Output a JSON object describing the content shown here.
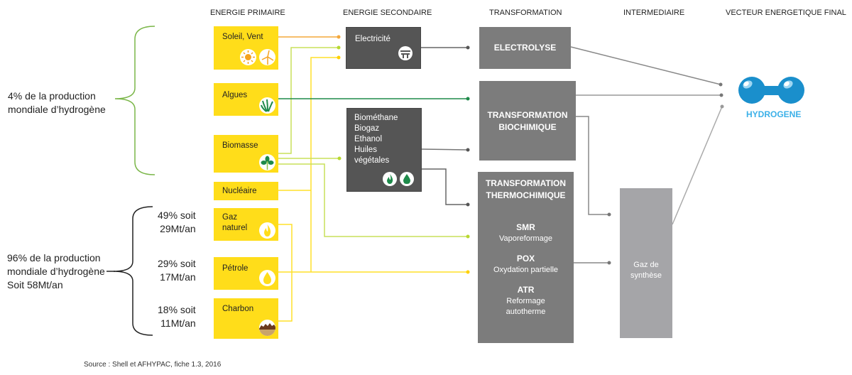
{
  "columns": {
    "primary": "ENERGIE PRIMAIRE",
    "secondary": "ENERGIE SECONDAIRE",
    "transformation": "TRANSFORMATION",
    "intermediate": "INTERMEDIAIRE",
    "final": "VECTEUR ENERGETIQUE FINAL"
  },
  "left_groups": {
    "renewable": {
      "line1": "4% de la production",
      "line2": "mondiale d’hydrogène"
    },
    "fossil": {
      "line1": "96% de la production",
      "line2": "mondiale d’hydrogène",
      "line3": "Soit 58Mt/an"
    }
  },
  "fossil_shares": [
    {
      "line1": "49% soit",
      "line2": "29Mt/an"
    },
    {
      "line1": "29% soit",
      "line2": "17Mt/an"
    },
    {
      "line1": "18% soit",
      "line2": "11Mt/an"
    }
  ],
  "primary_sources": {
    "sun_wind": "Soleil, Vent",
    "algae": "Algues",
    "biomass": "Biomasse",
    "nuclear": "Nucléaire",
    "natural_gas_1": "Gaz",
    "natural_gas_2": "naturel",
    "oil": "Pétrole",
    "coal": "Charbon"
  },
  "secondary": {
    "electricity": "Electricité",
    "bio_1": "Biométhane",
    "bio_2": "Biogaz",
    "bio_3": "Ethanol",
    "bio_4": "Huiles",
    "bio_5": "végétales"
  },
  "transformation": {
    "electrolysis": "ELECTROLYSE",
    "bio_1": "TRANSFORMATION",
    "bio_2": "BIOCHIMIQUE",
    "thermo_1": "TRANSFORMATION",
    "thermo_2": "THERMOCHIMIQUE",
    "smr": "SMR",
    "smr_desc": "Vaporeformage",
    "pox": "POX",
    "pox_desc": "Oxydation partielle",
    "atr": "ATR",
    "atr_desc_1": "Reformage",
    "atr_desc_2": "autotherme"
  },
  "intermediate": {
    "line1": "Gaz de",
    "line2": "synthèse"
  },
  "final": {
    "label": "HYDROGENE"
  },
  "source": "Source : Shell et AFHYPAC, fiche 1.3, 2016",
  "colors": {
    "primary_box": "#FFDD1A",
    "secondary_box": "#555555",
    "transformation_box": "#7C7C7C",
    "intermediate_box": "#A5A5A8",
    "hydrogen_blue": "#1A8FCC",
    "hydrogen_label": "#3BB0E8",
    "wire_orange": "#F4A83A",
    "wire_lightgreen": "#C8E05A",
    "wire_yellow": "#FFE02A",
    "wire_darkgreen": "#1E8A4A",
    "wire_gray": "#777777",
    "brace_green": "#7AB648",
    "brace_black": "#222222"
  }
}
